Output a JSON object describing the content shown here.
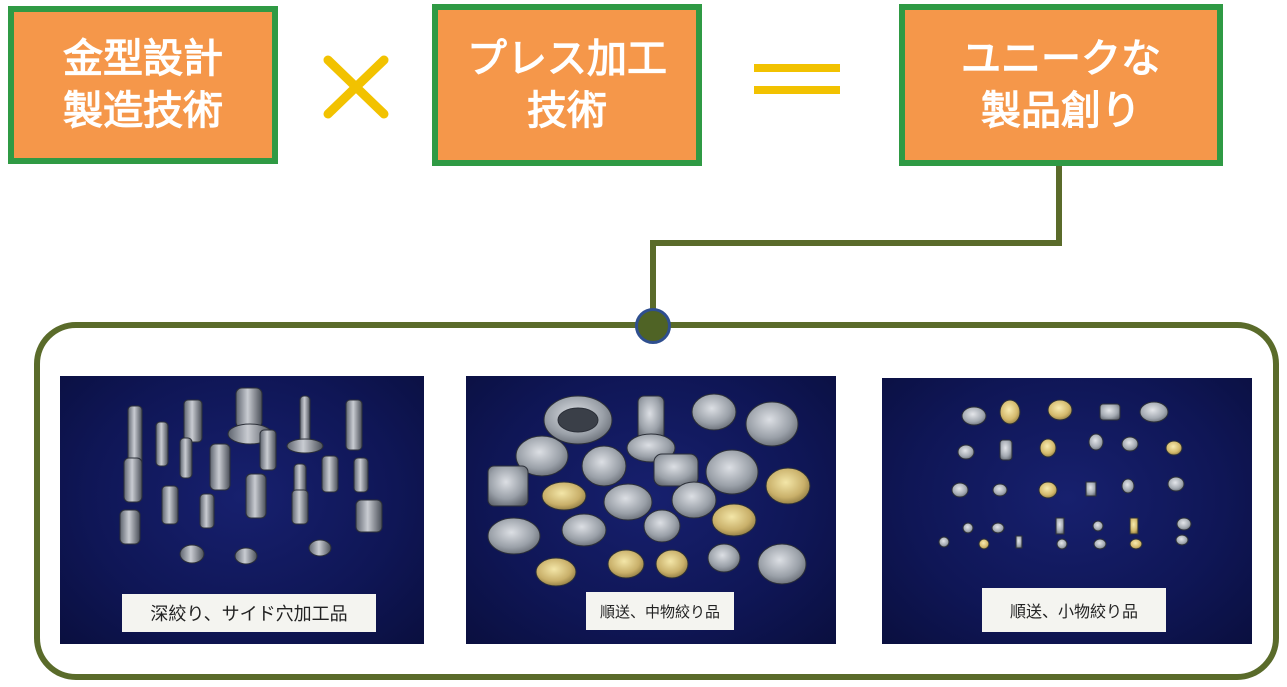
{
  "formula": {
    "box1": [
      "金型設計",
      "製造技術"
    ],
    "times": "×",
    "box2": [
      "プレス加工",
      "技術"
    ],
    "equals": "＝",
    "box3": [
      "ユニークな",
      "製品創り"
    ]
  },
  "colors": {
    "box_fill": "#f5974a",
    "box_border": "#2f9a44",
    "operator": "#f2c200",
    "connector": "#5a6b2a"
  },
  "photos": [
    {
      "caption": "深絞り、サイド穴加工品"
    },
    {
      "caption": "順送、中物絞り品"
    },
    {
      "caption": "順送、小物絞り品"
    }
  ]
}
